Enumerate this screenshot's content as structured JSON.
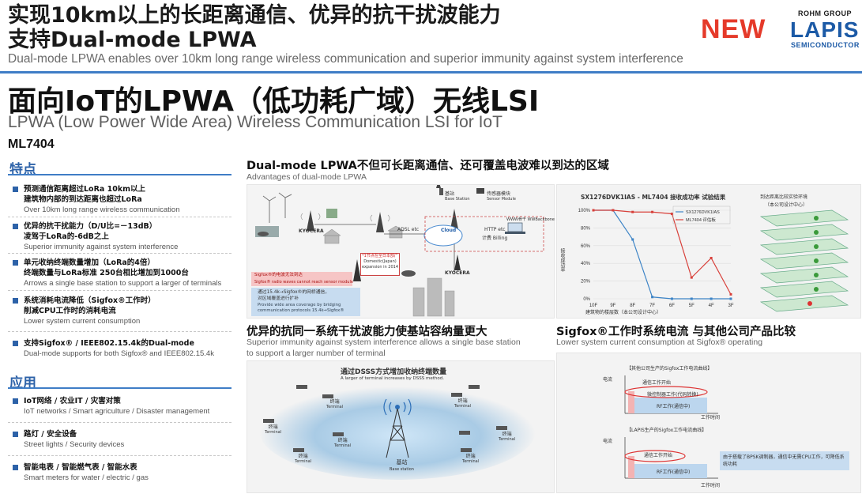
{
  "header": {
    "title_line1": "实现10km以上的长距离通信、优异的抗干扰波能力",
    "title_line2": "支持Dual-mode LPWA",
    "subtitle": "Dual-mode LPWA enables over 10km long range wireless communication and superior immunity against system interference",
    "new_badge": "NEW",
    "logo_top": "ROHM GROUP",
    "logo_main": "LAPIS",
    "logo_bottom": "SEMICONDUCTOR"
  },
  "product": {
    "title": "面向IoT的LPWA（低功耗广域）无线LSI",
    "subtitle": "LPWA (Low Power Wide Area) Wireless Communication LSI for IoT",
    "model": "ML7404"
  },
  "features": {
    "heading": "特点",
    "items": [
      {
        "cn1": "预测通信距离超过LoRa 10km以上",
        "cn2": "建筑物内部的到达距离也超过LoRa",
        "en": "Over 10km long range wireless communication"
      },
      {
        "cn1": "优异的抗干扰能力（D/U比=－13dB）",
        "cn2": "凌驾于LoRa的-6dB之上",
        "en": "Superior immunity against system interference"
      },
      {
        "cn1": "单元收纳终端数量增加（LoRa的4倍）",
        "cn2": "终端数量与LoRa标准 250台相比增加到1000台",
        "en": "Arrows a single base station to support a larger of terminals"
      },
      {
        "cn1": "系统消耗电流降低（Sigfox®工作时）",
        "cn2": "削减CPU工作时的消耗电流",
        "en": "Lower system current consumption"
      },
      {
        "cn1": "支持Sigfox® / IEEE802.15.4k的Dual-mode",
        "cn2": "",
        "en": "Dual-mode supports for both Sigfox® and IEEE802.15.4k"
      }
    ]
  },
  "applications": {
    "heading": "应用",
    "items": [
      {
        "cn": "IoT网络 / 农业IT / 灾害对策",
        "en": "IoT networks / Smart agriculture / Disaster management"
      },
      {
        "cn": "路灯 / 安全设备",
        "en": "Street lights / Security devices"
      },
      {
        "cn": "智能电表 / 智能燃气表 / 智能水表",
        "en": "Smart meters for water / electric / gas"
      }
    ]
  },
  "section_dual": {
    "title": "Dual-mode LPWA不但可长距离通信、还可覆盖电波难以到达的区域",
    "subtitle": "Advantages of dual-mode LPWA",
    "legend_base": "基站",
    "legend_base_en": "Base Station",
    "legend_sensor": "传感器模块",
    "legend_sensor_en": "Sensor Module",
    "label_adsl": "ADSL etc",
    "label_http": "HTTP etc",
    "label_www": "WWW骨干",
    "label_www_en": "WWBackbone",
    "label_cloud": "Cloud",
    "label_billing": "计费 Billing",
    "callout_box": "*1节点在全日本部广",
    "callout_box2": "Domestic(Japan)",
    "callout_box3": "expansion in 2014",
    "pink_cn": "Sigfox®的电波无法到达",
    "pink_en": "Sigfox® radio waves cannot reach sensor module",
    "blue_cn1": "通过15.4k→Sigfox®的网桥通信，",
    "blue_cn2": "对区域覆盖进行扩补",
    "blue_en1": "Provide wide area coverage by bridging",
    "blue_en2": "communication protocols 15.4k→Sigfox®",
    "brand": "KYOCERA"
  },
  "chart_data": {
    "type": "line",
    "title": "SX1276DVK1IAS - ML7404  接收成功率 试验结果",
    "ylabel": "接收成功率",
    "xlabel": "建筑物的楼层数（本公司设计中心）",
    "categories": [
      "10F",
      "9F",
      "8F",
      "7F",
      "6F",
      "5F",
      "4F",
      "3F"
    ],
    "ylim": [
      0,
      100
    ],
    "yticks": [
      "100%",
      "80%",
      "60%",
      "40%",
      "20%",
      "0%"
    ],
    "series": [
      {
        "name": "SX1276DVK1IAS",
        "color": "#3d84c6",
        "values": [
          100,
          100,
          67,
          2,
          0,
          0,
          0,
          0
        ]
      },
      {
        "name": "ML7404 评估板",
        "color": "#d8403a",
        "values": [
          100,
          100,
          98,
          98,
          96,
          24,
          46,
          5
        ]
      }
    ],
    "side_title1": "到达距离比较实验环境",
    "side_title2": "（本公司设计中心）"
  },
  "section_interf": {
    "title": "优异的抗同一系统干扰波能力使基站容纳量更大",
    "sub1": "Superior immunity against system interference allows a single base station",
    "sub2": "to support a larger number of terminal",
    "diagram_cn": "通过DSSS方式增加收纳终端数量",
    "diagram_en": "A larger of terminal increases by DSSS method.",
    "terminal_cn": "终端",
    "terminal_en": "Terminal",
    "base_cn": "基站",
    "base_en": "Base station"
  },
  "section_current": {
    "title": "Sigfox®工作时系统电流 与其他公司产品比较",
    "subtitle": "Lower system current consumption at Sigfox® operating",
    "chart1_title": "【其他公司生产的Sigfox工作电流曲线】",
    "chart2_title": "【LAPIS生产的Sigfox工作电流曲线】",
    "axis_y": "电流",
    "axis_x": "工作时间",
    "label_comm": "通信工作开始",
    "label_mcu": "微控制器工作(代码转换)",
    "label_rf": "RF工作(通信中)",
    "note": "由于搭载了BPSK调制器，通信中无需CPU工作，可降低系统功耗"
  }
}
